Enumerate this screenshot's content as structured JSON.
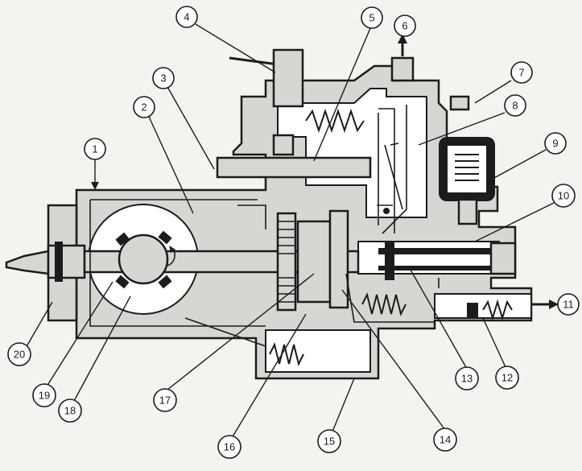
{
  "callouts": {
    "c1": "1",
    "c2": "2",
    "c3": "3",
    "c4": "4",
    "c5": "5",
    "c6": "6",
    "c7": "7",
    "c8": "8",
    "c9": "9",
    "c10": "10",
    "c11": "11",
    "c12": "12",
    "c13": "13",
    "c14": "14",
    "c15": "15",
    "c16": "16",
    "c17": "17",
    "c18": "18",
    "c19": "19",
    "c20": "20"
  },
  "colors": {
    "ink": "#1c1c1c",
    "paper": "#f4f3ef",
    "housing": "#d6d6d2"
  }
}
